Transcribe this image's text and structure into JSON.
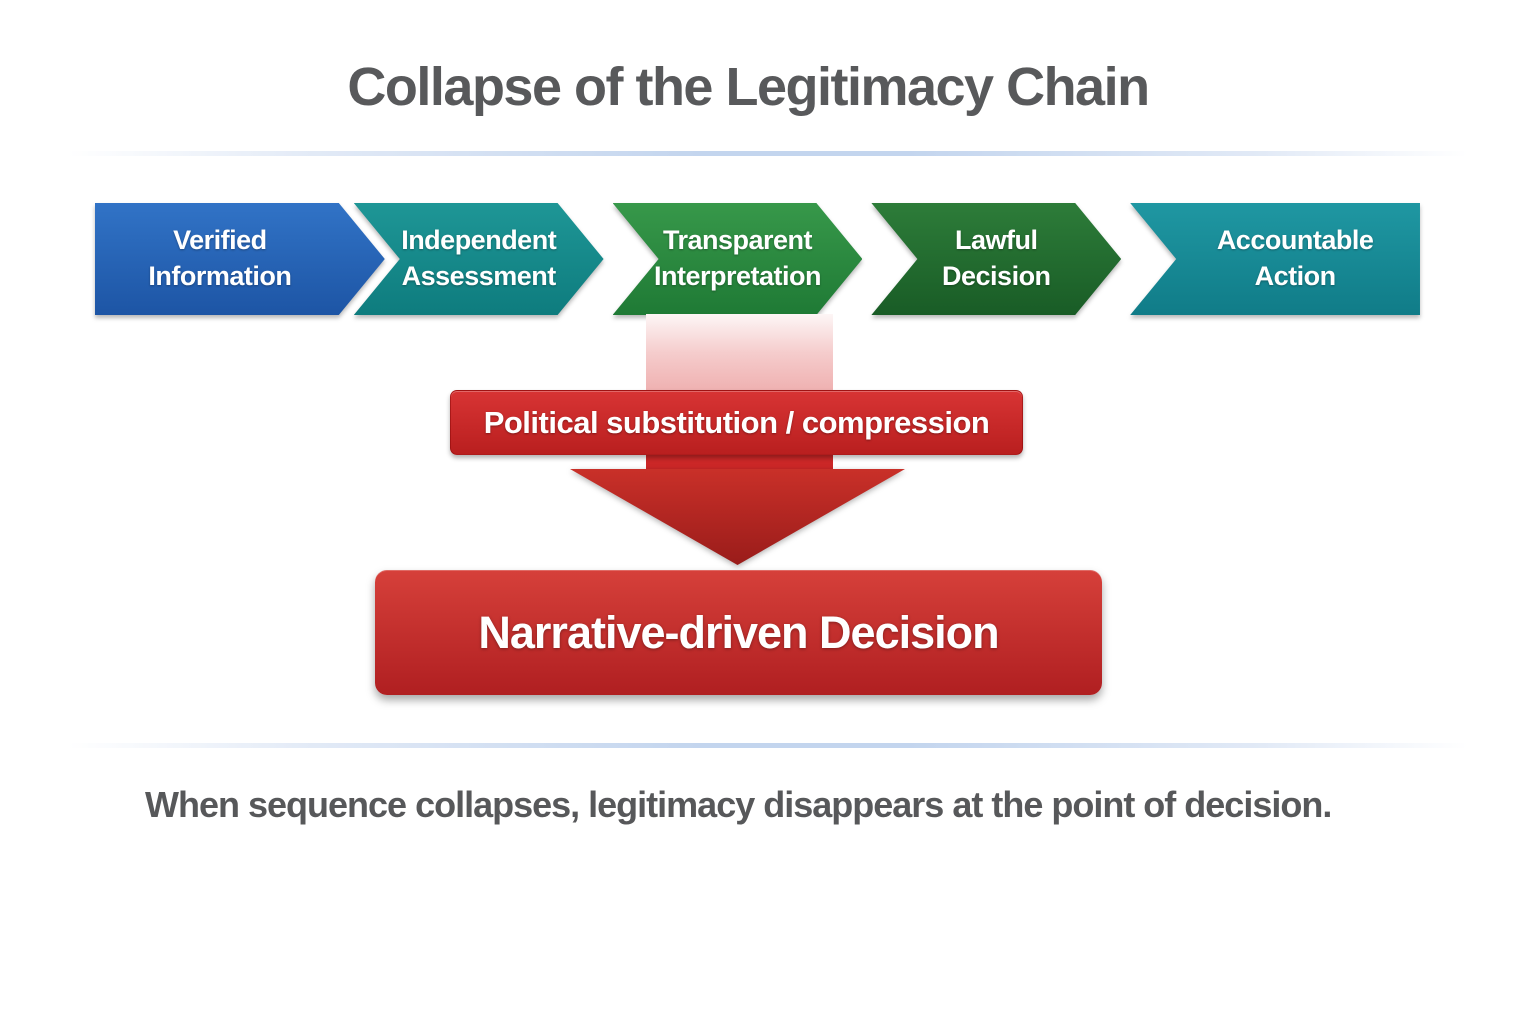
{
  "title": "Collapse of the Legitimacy Chain",
  "chain": {
    "steps": [
      {
        "line1": "Verified",
        "line2": "Information",
        "color_top": "#3173c6",
        "color_bottom": "#1d55a5"
      },
      {
        "line1": "Independent",
        "line2": "Assessment",
        "color_top": "#1e9696",
        "color_bottom": "#0e7c7e"
      },
      {
        "line1": "Transparent",
        "line2": "Interpretation",
        "color_top": "#37984a",
        "color_bottom": "#1f7a35"
      },
      {
        "line1": "Lawful",
        "line2": "Decision",
        "color_top": "#2d7c39",
        "color_bottom": "#195c26"
      },
      {
        "line1": "Accountable",
        "line2": "Action",
        "color_top": "#1f97a2",
        "color_bottom": "#107c88"
      }
    ]
  },
  "collapse": {
    "substitution_label": "Political substitution / compression",
    "result_label": "Narrative-driven Decision",
    "shaft_color_top": "#fdf6f6",
    "shaft_color_mid": "#f5cccc",
    "shaft_color_bottom": "#efb0b0",
    "shaft_solid_color": "#cb2727",
    "head_color_top": "#c93029",
    "head_color_bottom": "#9a1c1a",
    "label_box_top": "#d83434",
    "label_box_bottom": "#b91f1f",
    "result_box_top": "#d6403a",
    "result_box_bottom": "#b01f21"
  },
  "caption": "When sequence collapses, legitimacy disappears at the point of decision.",
  "text_color": "#58595b",
  "divider_color": "#c3d5ee"
}
